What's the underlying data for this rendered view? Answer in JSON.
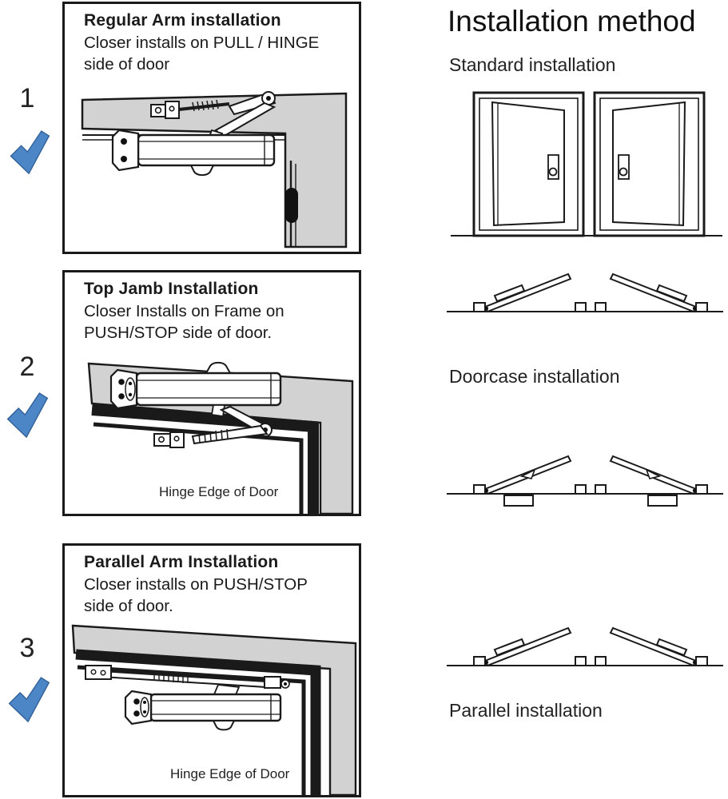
{
  "steps": [
    {
      "number": "1",
      "title": "Regular Arm installation",
      "body": "Closer installs on PULL / HINGE side of door",
      "caption": ""
    },
    {
      "number": "2",
      "title": "Top Jamb Installation",
      "body": "Closer Installs on Frame on PUSH/STOP side of door.",
      "caption": "Hinge Edge of Door"
    },
    {
      "number": "3",
      "title": "Parallel Arm Installation",
      "body": "Closer installs on PUSH/STOP side of door.",
      "caption": "Hinge Edge of Door"
    }
  ],
  "right_column": {
    "title": "Installation method",
    "standard_label": "Standard installation",
    "doorcase_label": "Doorcase installation",
    "parallel_label": "Parallel installation"
  },
  "colors": {
    "check_blue": "#4C86C6",
    "check_blue_edge": "#2F5F96",
    "diagram_gray": "#D2D2D2",
    "line_black": "#1A1A1A"
  }
}
